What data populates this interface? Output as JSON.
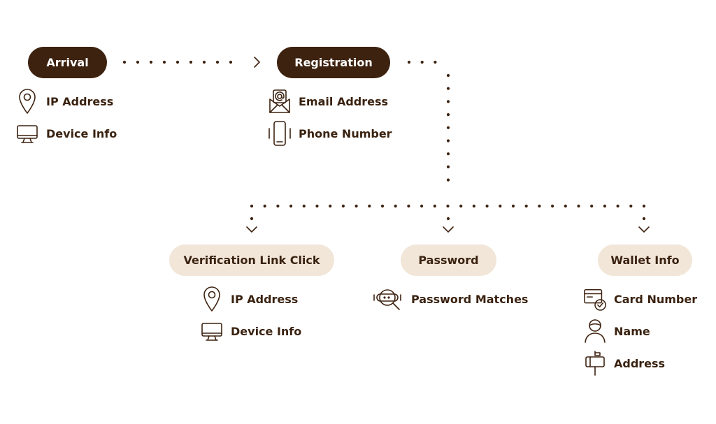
{
  "colors": {
    "dark_brown": "#3d2210",
    "light_beige": "#f2e6d9",
    "text": "#3a2210",
    "background": "#ffffff"
  },
  "stages": {
    "arrival": {
      "label": "Arrival",
      "items": [
        {
          "icon": "location-pin-icon",
          "label": "IP Address"
        },
        {
          "icon": "monitor-icon",
          "label": "Device Info"
        }
      ]
    },
    "registration": {
      "label": "Registration",
      "items": [
        {
          "icon": "email-envelope-icon",
          "label": "Email Address"
        },
        {
          "icon": "phone-icon",
          "label": "Phone Number"
        }
      ]
    },
    "verification": {
      "label": "Verification Link Click",
      "items": [
        {
          "icon": "location-pin-icon",
          "label": "IP Address"
        },
        {
          "icon": "monitor-icon",
          "label": "Device Info"
        }
      ]
    },
    "password": {
      "label": "Password",
      "items": [
        {
          "icon": "password-search-icon",
          "label": "Password Matches"
        }
      ]
    },
    "wallet": {
      "label": "Wallet Info",
      "items": [
        {
          "icon": "credit-card-check-icon",
          "label": "Card Number"
        },
        {
          "icon": "person-icon",
          "label": "Name"
        },
        {
          "icon": "mailbox-icon",
          "label": "Address"
        }
      ]
    }
  }
}
